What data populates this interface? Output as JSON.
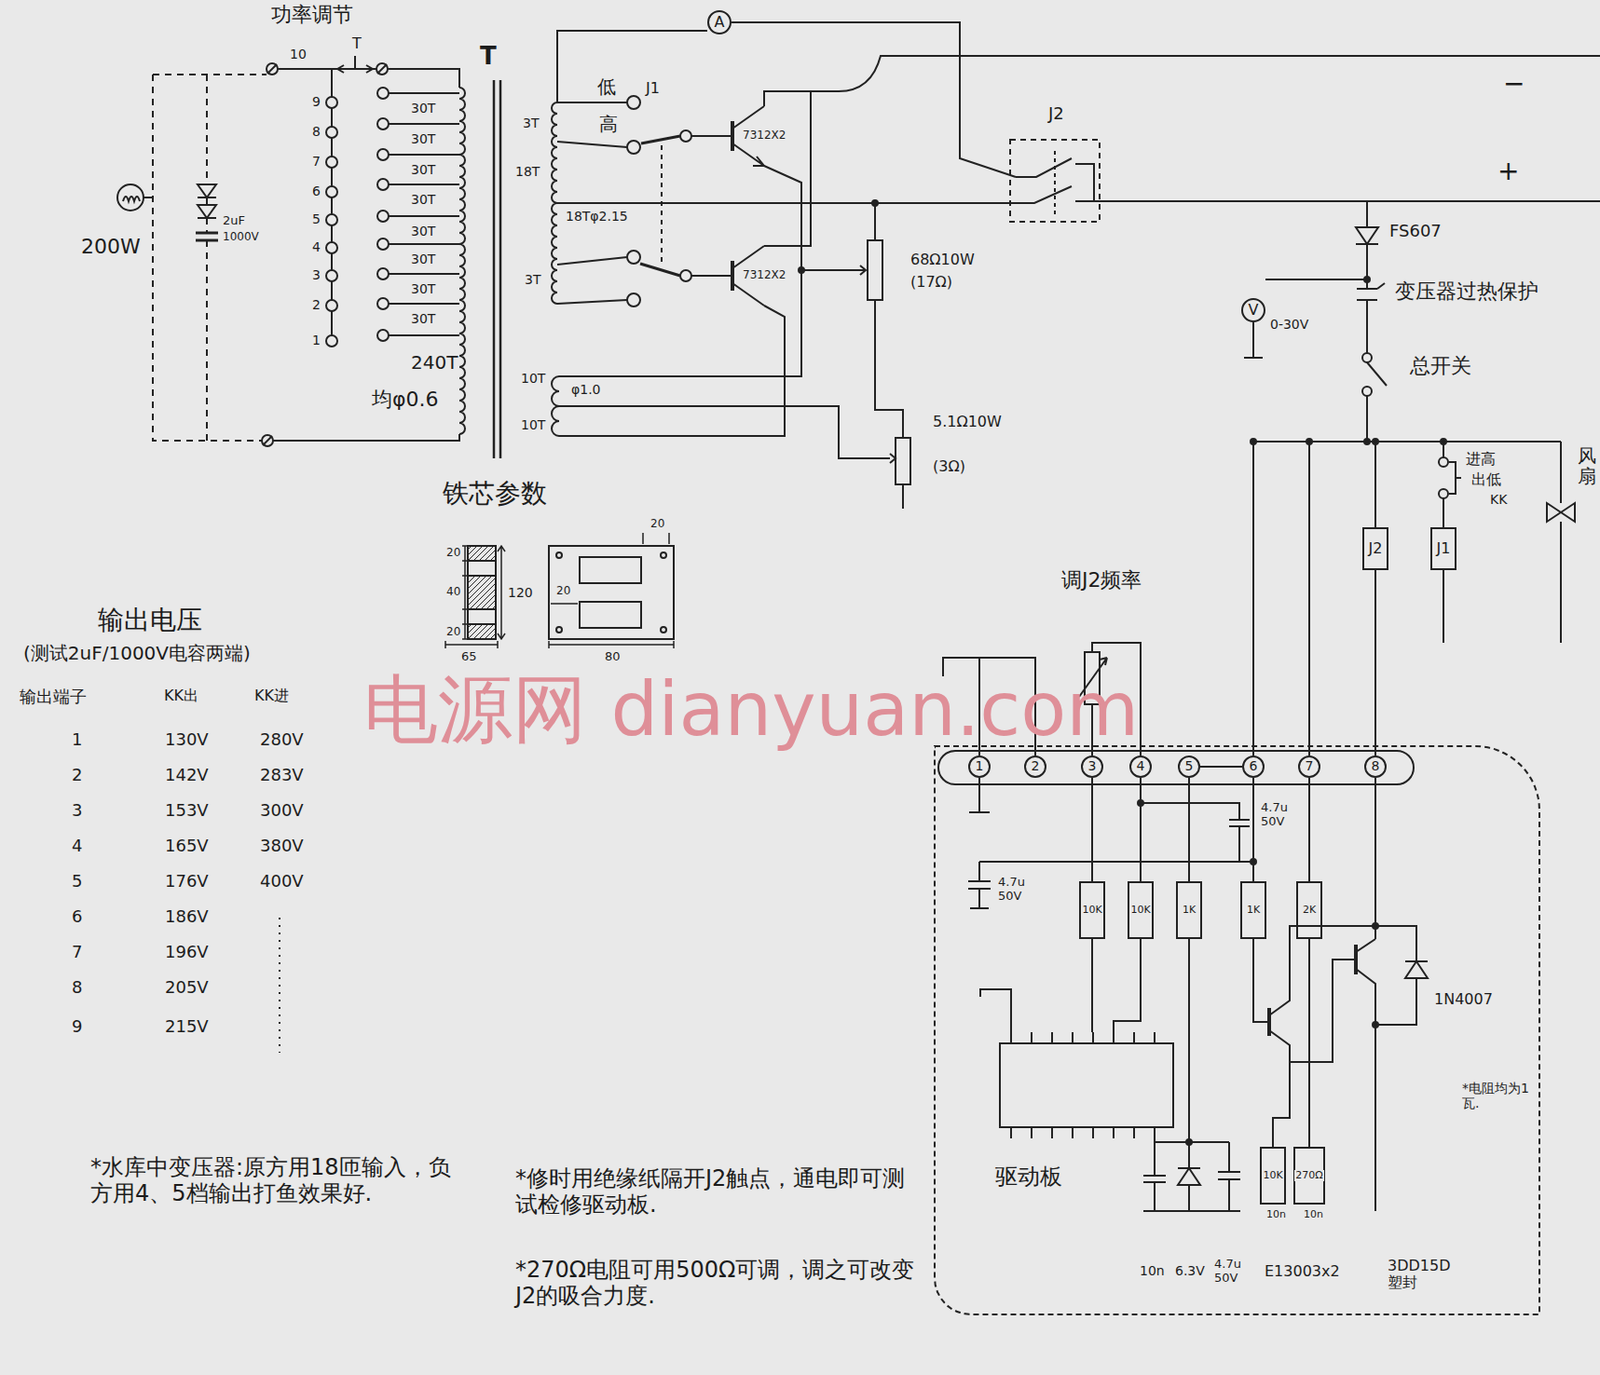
{
  "diagram": {
    "nodes": [
      {
        "text": [
          "A"
        ]
      },
      {
        "text": [
          "V"
        ]
      },
      {
        "text": [
          "J2"
        ]
      },
      {
        "text": [
          "J1"
        ]
      },
      {
        "text": [
          "驱动板"
        ]
      },
      {
        "text": [
          "1"
        ],
        "in": 4
      },
      {
        "text": [
          "2"
        ],
        "in": 4
      },
      {
        "text": [
          "3"
        ],
        "in": 4
      },
      {
        "text": [
          "4"
        ],
        "in": 4
      },
      {
        "text": [
          "5"
        ],
        "in": 4
      },
      {
        "text": [
          "6"
        ],
        "in": 4
      },
      {
        "text": [
          "7"
        ],
        "in": 4
      },
      {
        "text": [
          "8"
        ],
        "in": 4
      }
    ],
    "edges": [
      {
        "from": 12,
        "to": 2,
        "arrow": "none"
      },
      {
        "from": 5,
        "to": 6,
        "arrow": "none"
      },
      {
        "from": 9,
        "to": 10,
        "arrow": "none"
      }
    ],
    "labels": [
      "功率调节",
      "T",
      "10",
      "9",
      "8",
      "7",
      "6",
      "5",
      "4",
      "3",
      "2",
      "1",
      "30T",
      "30T",
      "30T",
      "30T",
      "30T",
      "30T",
      "30T",
      "30T",
      "240T",
      "均φ0.6",
      "T",
      "200W",
      "2uF",
      "1000V",
      "低",
      "J1",
      "高",
      "3T",
      "18T",
      "18Tφ2.15",
      "3T",
      "7312X2",
      "7312X2",
      "10T",
      "φ1.0",
      "10T",
      "68Ω10W",
      "(17Ω)",
      "5.1Ω10W",
      "(3Ω)",
      "J2",
      "−",
      "+",
      "FS607",
      "0-30V",
      "变压器过热保护",
      "总开关",
      "进高",
      "出低",
      "KK",
      "风扇",
      "铁芯参数",
      "20",
      "20",
      "40",
      "20",
      "120",
      "20",
      "65",
      "80",
      "输出电压",
      "(测试2uF/1000V电容两端)",
      "输出端子",
      "KK出",
      "KK进",
      "1",
      "130V",
      "280V",
      "2",
      "142V",
      "283V",
      "3",
      "153V",
      "300V",
      "4",
      "165V",
      "380V",
      "5",
      "176V",
      "400V",
      "6",
      "186V",
      "7",
      "196V",
      "8",
      "205V",
      "9",
      "215V",
      "调J2频率",
      "4.7u 50V",
      "4.7u 50V",
      "10K",
      "10K",
      "1K",
      "1K",
      "2K",
      "1N4007",
      "*电阻均为1瓦.",
      "10K",
      "10n",
      "270Ω",
      "10n",
      "10n",
      "6.3V",
      "4.7u 50V",
      "E13003x2",
      "3DD15D 塑封",
      "*水库中变压器:原方用18匝输入，负方用4、5档输出打鱼效果好.",
      "*修时用绝缘纸隔开J2触点，通电即可测试检修驱动板.",
      "*270Ω电阻可用500Ω可调，调之可改变J2的吸合力度.",
      "电源网 dianyuan.com"
    ]
  }
}
